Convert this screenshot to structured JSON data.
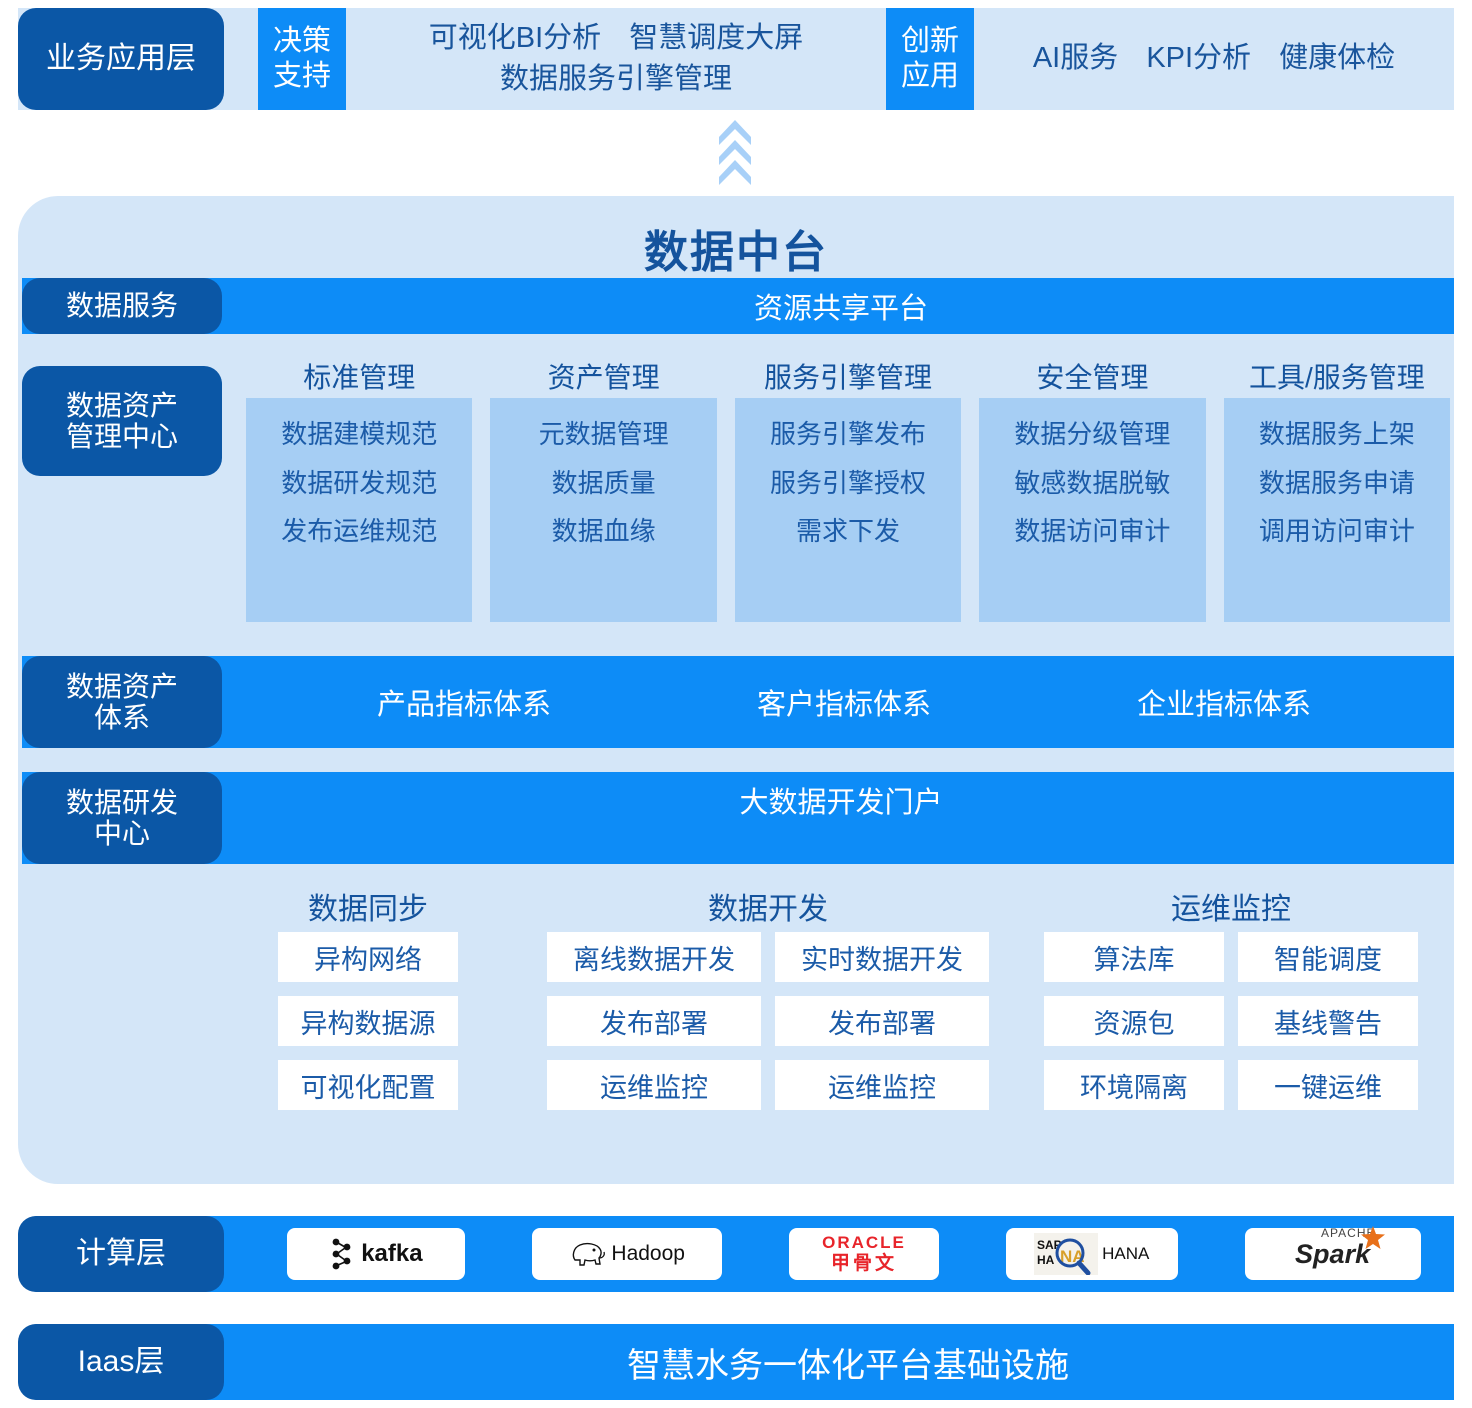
{
  "colors": {
    "dark_blue": "#0B57A6",
    "bright_blue": "#0D8CF7",
    "light_blue_bg": "#D4E6F8",
    "mid_blue_box": "#A6CEF4",
    "text_blue": "#14539D",
    "chevron": "#A8D0F8"
  },
  "business_layer": {
    "label": "业务应用层",
    "groups": [
      {
        "category": "决策\n支持",
        "category_line1": "决策",
        "category_line2": "支持",
        "lines": [
          [
            "可视化BI分析",
            "智慧调度大屏"
          ],
          [
            "数据服务引擎管理"
          ]
        ]
      },
      {
        "category_line1": "创新",
        "category_line2": "应用",
        "lines": [
          [
            "AI服务",
            "KPI分析",
            "健康体检"
          ]
        ]
      }
    ]
  },
  "arrow": {
    "icon": "chevron-up-stack-icon",
    "count": 3
  },
  "hub": {
    "title": "数据中台",
    "data_service": {
      "label": "数据服务",
      "band_title": "资源共享平台"
    },
    "asset_center": {
      "label": "数据资产\n管理中心",
      "label_line1": "数据资产",
      "label_line2": "管理中心",
      "columns": [
        {
          "head": "标准管理",
          "items": [
            "数据建模规范",
            "数据研发规范",
            "发布运维规范"
          ]
        },
        {
          "head": "资产管理",
          "items": [
            "元数据管理",
            "数据质量",
            "数据血缘"
          ]
        },
        {
          "head": "服务引擎管理",
          "items": [
            "服务引擎发布",
            "服务引擎授权",
            "需求下发"
          ]
        },
        {
          "head": "安全管理",
          "items": [
            "数据分级管理",
            "敏感数据脱敏",
            "数据访问审计"
          ]
        },
        {
          "head": "工具/服务管理",
          "items": [
            "数据服务上架",
            "数据服务申请",
            "调用访问审计"
          ]
        }
      ]
    },
    "asset_index": {
      "label_line1": "数据资产",
      "label_line2": "体系",
      "items": [
        "产品指标体系",
        "客户指标体系",
        "企业指标体系"
      ]
    },
    "rnd_center": {
      "label_line1": "数据研发",
      "label_line2": "中心",
      "band_title": "大数据开发门户",
      "groups": [
        {
          "head": "数据同步",
          "subcolumns": [
            [
              "异构网络",
              "异构数据源",
              "可视化配置"
            ]
          ]
        },
        {
          "head": "数据开发",
          "subcolumns": [
            [
              "离线数据开发",
              "发布部署",
              "运维监控"
            ],
            [
              "实时数据开发",
              "发布部署",
              "运维监控"
            ]
          ]
        },
        {
          "head": "运维监控",
          "subcolumns": [
            [
              "算法库",
              "资源包",
              "环境隔离"
            ],
            [
              "智能调度",
              "基线警告",
              "一键运维"
            ]
          ]
        }
      ]
    }
  },
  "compute_layer": {
    "label": "计算层",
    "logos": [
      {
        "name": "kafka-logo",
        "text": "kafka"
      },
      {
        "name": "hadoop-logo",
        "text": "Hadoop"
      },
      {
        "name": "oracle-logo",
        "text": "ORACLE",
        "subtext": "甲骨文"
      },
      {
        "name": "sap-hana-logo",
        "text": "SAP HANA",
        "subtext": "HANA"
      },
      {
        "name": "apache-spark-logo",
        "text": "Spark",
        "subtext": "APACHE"
      }
    ]
  },
  "iaas_layer": {
    "label": "Iaas层",
    "title": "智慧水务一体化平台基础设施"
  }
}
